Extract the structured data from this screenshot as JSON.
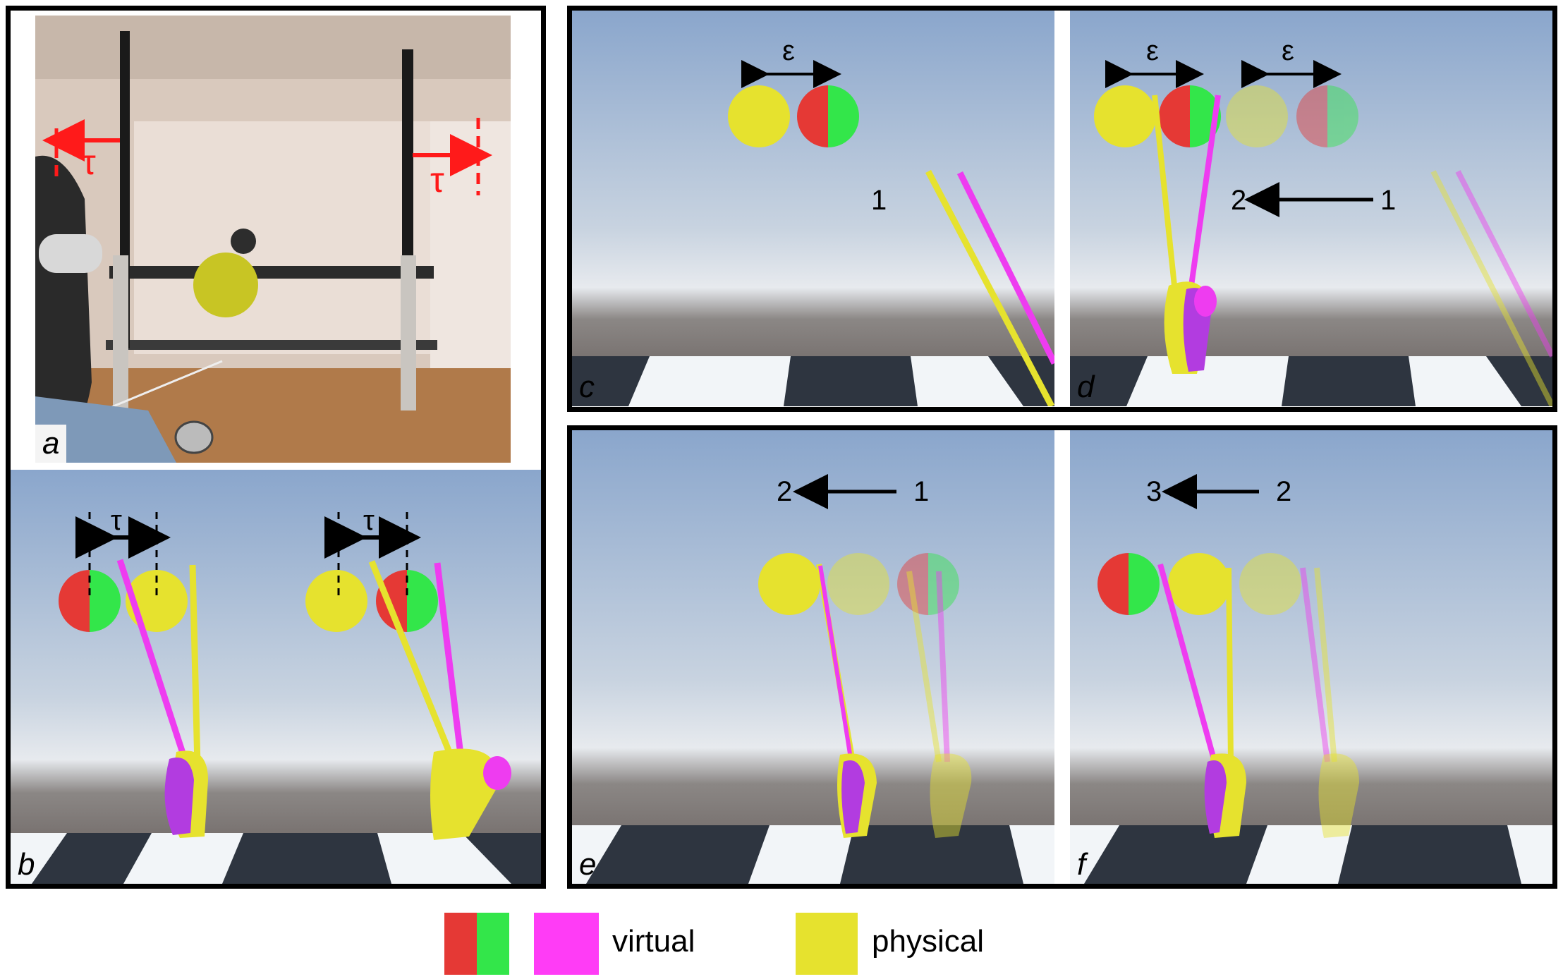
{
  "panels": {
    "a": {
      "label": "a",
      "tau_left": "τ",
      "tau_right": "τ"
    },
    "b": {
      "label": "b",
      "tau_left": "τ",
      "tau_right": "τ"
    },
    "c": {
      "label": "c",
      "epsilon": "ε",
      "step_from": "1"
    },
    "d": {
      "label": "d",
      "epsilon_1": "ε",
      "epsilon_2": "ε",
      "step_to": "2",
      "step_from": "1"
    },
    "e": {
      "label": "e",
      "step_to": "2",
      "step_from": "1"
    },
    "f": {
      "label": "f",
      "step_to": "3",
      "step_from": "2"
    }
  },
  "legend": {
    "virtual_label": "virtual",
    "physical_label": "physical"
  },
  "colors": {
    "virtual_red": "#e53935",
    "virtual_green": "#33e64a",
    "virtual_stick": "#ee3cf0",
    "physical": "#e6e22e",
    "sky_top": "#8ea8cc",
    "ground": "#6a6260",
    "annotation_red": "#ff1a1a"
  }
}
